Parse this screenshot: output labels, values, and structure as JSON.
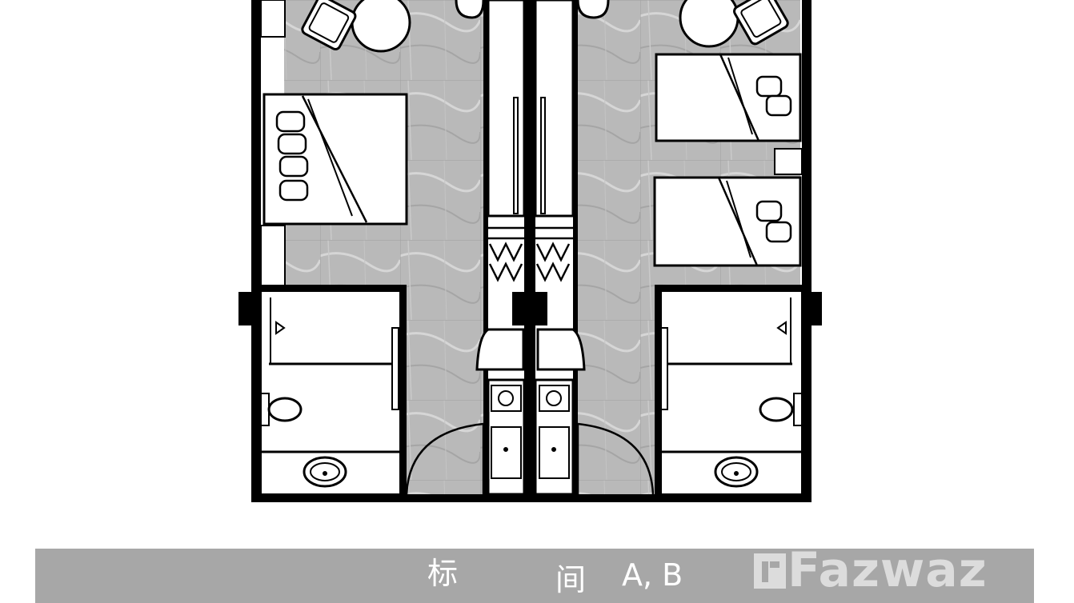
{
  "caption": {
    "char_1": "标",
    "char_2": "间",
    "units": "A, B"
  },
  "watermark": {
    "brand": "Fazwaz",
    "icon": "fazwaz-logo-icon"
  },
  "colors": {
    "wall": "#000000",
    "floor": "#b9b9b9",
    "floor_vein": "#d8d8d8",
    "caption_bg": "#a7a7a7",
    "caption_text": "#ffffff"
  }
}
